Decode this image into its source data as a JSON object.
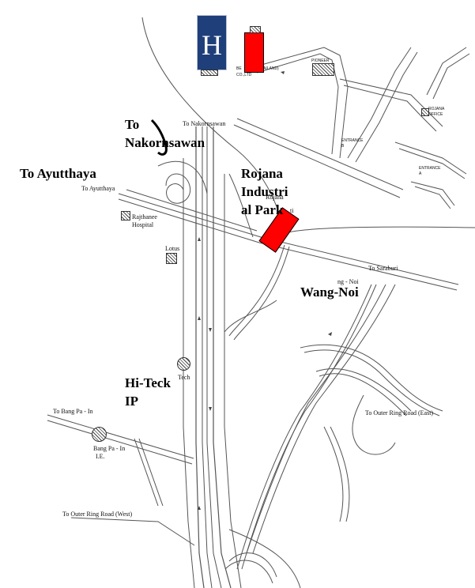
{
  "labels": {
    "to_nakornsawan_big": [
      "To",
      "Nakornsawan"
    ],
    "to_ayutthaya_big": "To Ayutthaya",
    "rojana_big": [
      "Rojana",
      "Industri",
      "al Park"
    ],
    "wang_noi_big": "Wang-Noi",
    "hi_teck_big": [
      "Hi-Teck",
      "IP"
    ]
  },
  "map_text": {
    "to_nakornsawan": "To Nakornsawan",
    "to_ayutthaya": "To Ayutthaya",
    "rajthanee_hospital": [
      "Rajthanee",
      "Hospital"
    ],
    "lotus": "Lotus",
    "rojana": "Rojana",
    "rojana_ti": "ti",
    "to_saraburi": "To Saraburi",
    "wang_noi_fragment": "ng - Noi",
    "tech": "Tech",
    "to_bang_pa_in": "To Bang Pa - In",
    "bang_pa_in_ie": [
      "Bang Pa - In",
      "I.E."
    ],
    "to_outer_ring_east": "To Outer Ring Road (East)",
    "to_outer_ring_west": "To Outer Ring Road (West)",
    "hotel_caption": [
      "BE",
      "AILAND)",
      "CO.,LTD"
    ],
    "pioneer": "PIONEER",
    "rojana_office": [
      "ROJANA",
      "OFFICE"
    ],
    "entrance_b": [
      "ENTRANCE",
      "B"
    ],
    "entrance_a": [
      "ENTRANCE",
      "A"
    ]
  },
  "markers": {
    "hotel_letter": "H",
    "colors": {
      "hotel": "#1f3f7a",
      "highlight": "#ff0000",
      "road": "#555555"
    }
  }
}
